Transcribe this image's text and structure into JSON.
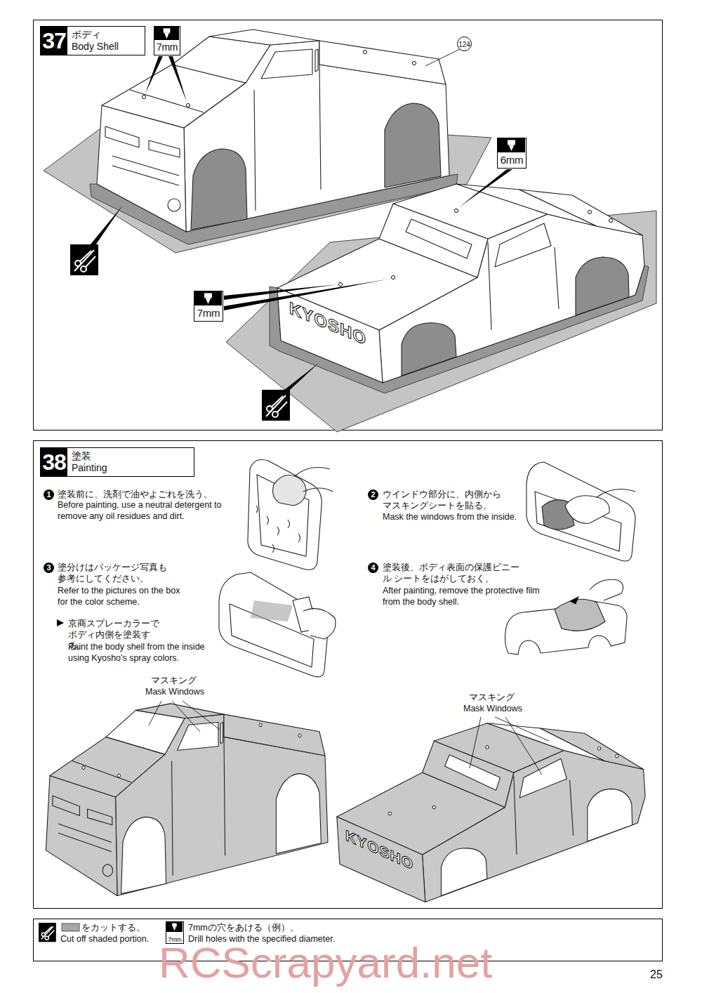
{
  "diagram": {
    "nodes": [
      {
        "text": [
          "37",
          "ボディ Body Shell"
        ]
      },
      {
        "text": [
          "7mm"
        ]
      },
      {
        "text": [
          "124"
        ]
      },
      {
        "text": [
          "6mm"
        ]
      },
      {
        "text": [
          "7mm"
        ]
      },
      {
        "text": [
          "38",
          "塗装 Painting"
        ]
      },
      {
        "text": [
          "7mm"
        ]
      }
    ],
    "labels": [
      "KYOSHO",
      "1",
      "塗装前に、洗剤で油やよごれを洗う。",
      "Before painting, use a neutral detergent to remove any oil residues and dirt.",
      "2",
      "ウインドウ部分に、内側から マスキングシートを貼る。",
      "Mask the windows from the inside.",
      "3",
      "塗分けはパッケージ写真も 参考にしてください。",
      "Refer to the pictures on the box for the color scheme.",
      "京商スプレーカラーで ボディ内側を塗装する。",
      "Paint the body shell from the inside using Kyosho's spray colors.",
      "4",
      "塗装後、ボディ表面の保護ビニール シートをはがしておく。",
      "After painting, remove the protective film from the body shell.",
      "マスキング",
      "Mask Windows",
      "マスキング",
      "Mask Windows",
      "KYOSHO",
      "をカットする。",
      "Cut off shaded portion.",
      "7mmの穴をあける（例）。",
      "Drill holes with the specified diameter.",
      "RCScrapyard.net",
      "25"
    ]
  }
}
